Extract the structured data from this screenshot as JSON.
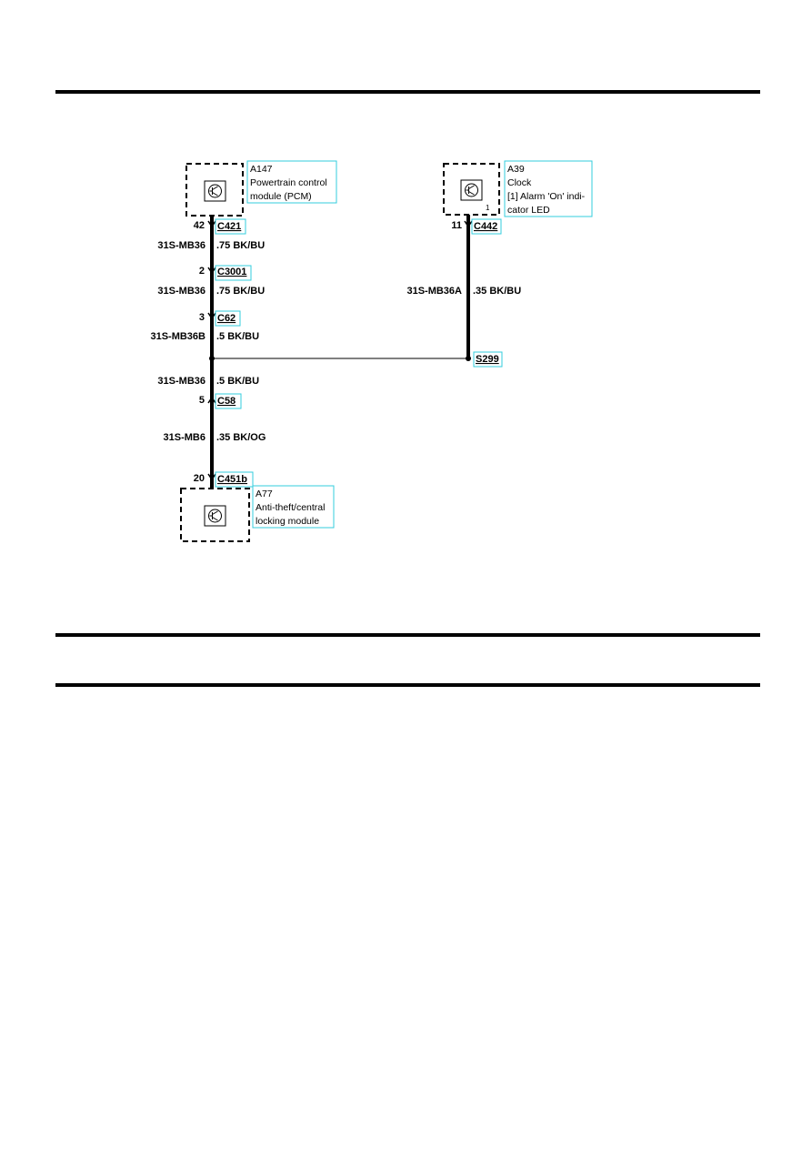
{
  "modules": {
    "pcm": {
      "id": "A147",
      "line1": "Powertrain control",
      "line2": "module (PCM)"
    },
    "clock": {
      "id": "A39",
      "line1": "Clock",
      "line2": "[1] Alarm 'On' indi-",
      "line3": "cator LED",
      "pin": "1"
    },
    "antitheft": {
      "id": "A77",
      "line1": "Anti-theft/central",
      "line2": "locking module"
    }
  },
  "connectors": {
    "c421": {
      "pin": "42",
      "name": "C421"
    },
    "c3001": {
      "pin": "2",
      "name": "C3001"
    },
    "c62": {
      "pin": "3",
      "name": "C62"
    },
    "c58": {
      "pin": "5",
      "name": "C58"
    },
    "c451b": {
      "pin": "20",
      "name": "C451b"
    },
    "c442": {
      "pin": "11",
      "name": "C442"
    }
  },
  "splice": {
    "name": "S299"
  },
  "wires": {
    "w1": {
      "circuit": "31S-MB36",
      "spec": ".75 BK/BU"
    },
    "w2": {
      "circuit": "31S-MB36",
      "spec": ".75 BK/BU"
    },
    "w3": {
      "circuit": "31S-MB36B",
      "spec": ".5 BK/BU"
    },
    "w4": {
      "circuit": "31S-MB36",
      "spec": ".5 BK/BU"
    },
    "w5": {
      "circuit": "31S-MB6",
      "spec": ".35 BK/OG"
    },
    "w6": {
      "circuit": "31S-MB36A",
      "spec": ".35 BK/BU"
    }
  },
  "colors": {
    "ink": "#000000",
    "label_box": "#33ccdd"
  }
}
